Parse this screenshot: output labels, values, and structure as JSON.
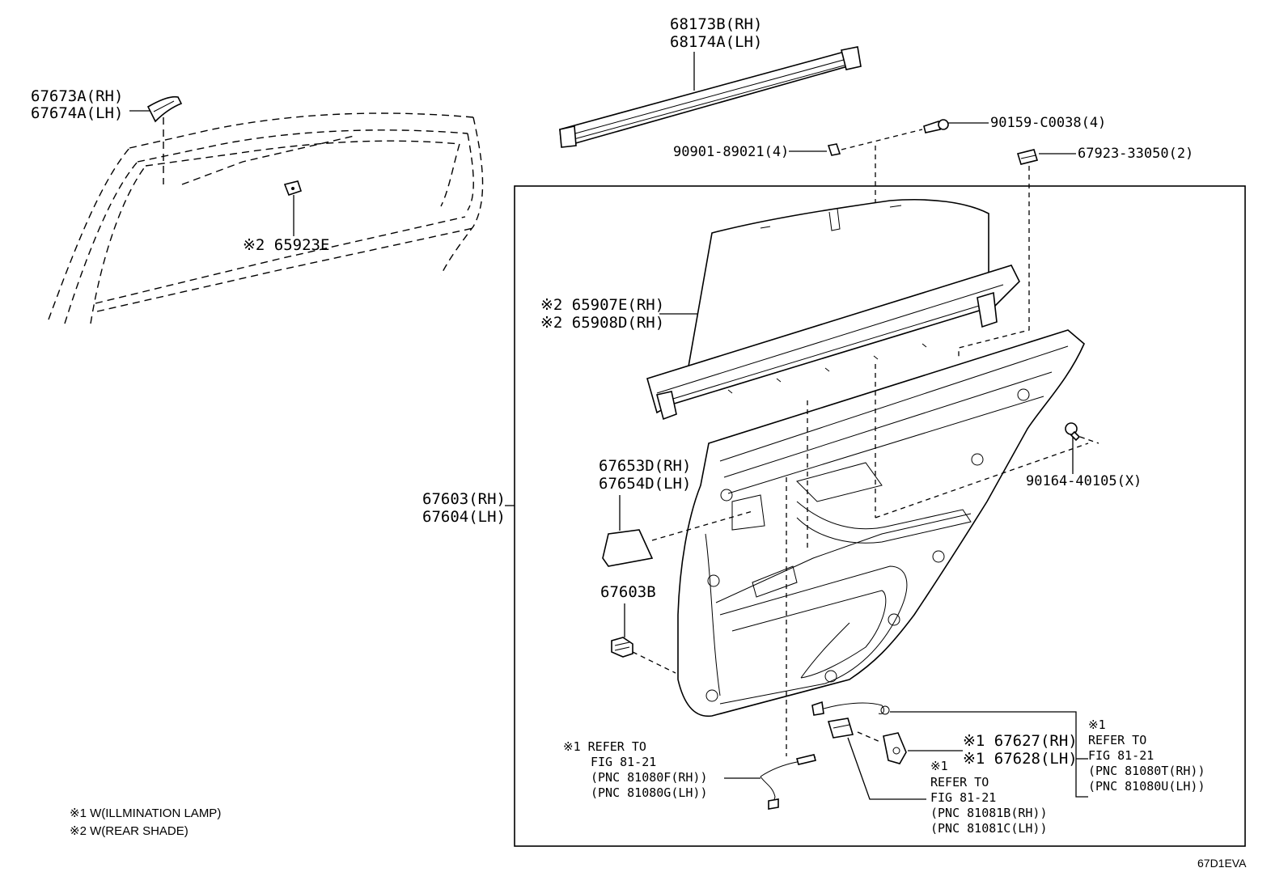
{
  "diagram": {
    "code": "67D1EVA",
    "notes": [
      "※1 W(ILLMINATION LAMP)",
      "※2 W(REAR SHADE)"
    ],
    "labels": {
      "weatherstrip_rh": "68173B(RH)",
      "weatherstrip_lh": "68174A(LH)",
      "cover_rh": "67673A(RH)",
      "cover_lh": "67674A(LH)",
      "shade_clip": "※2 65923E",
      "screw": "90159-C0038(4)",
      "nut": "90901-89021(4)",
      "clip_2": "67923-33050(2)",
      "shade_rh": "※2 65907E(RH)",
      "shade_rh2": "※2 65908D(RH)",
      "trim_rh": "67603(RH)",
      "trim_lh": "67604(LH)",
      "cap_rh": "67653D(RH)",
      "cap_lh": "67654D(LH)",
      "clip_b": "67603B",
      "screw_x": "90164-40105(X)",
      "lamp_rh": "※1 67627(RH)",
      "lamp_lh": "※1 67628(LH)"
    },
    "refs": {
      "left": [
        "※1 REFER TO",
        "FIG 81-21",
        "(PNC 81080F(RH))",
        "(PNC 81080G(LH))"
      ],
      "middle": [
        "※1",
        "REFER TO",
        "FIG 81-21",
        "(PNC 81081B(RH))",
        "(PNC 81081C(LH))"
      ],
      "right": [
        "※1",
        "REFER TO",
        "FIG 81-21",
        "(PNC 81080T(RH))",
        "(PNC 81080U(LH))"
      ]
    }
  }
}
